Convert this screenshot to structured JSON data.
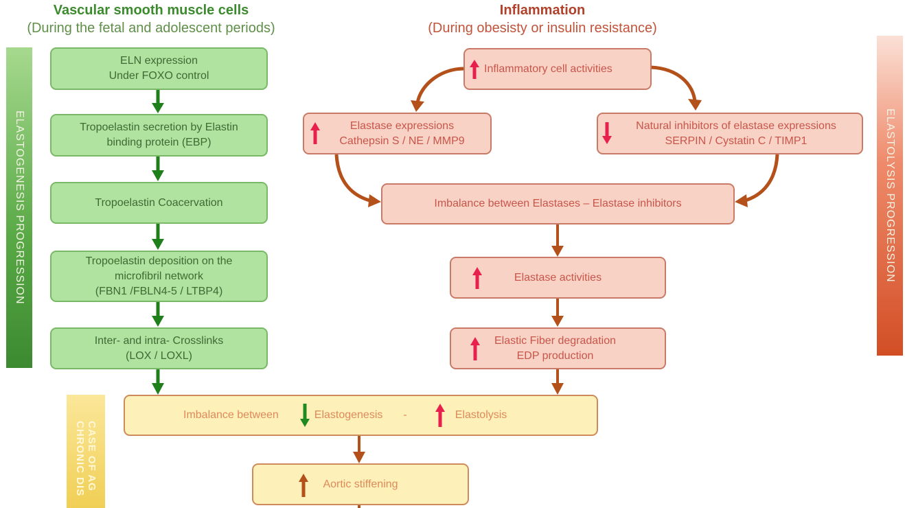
{
  "titles": {
    "left": {
      "heading": "Vascular smooth muscle cells",
      "subheading": "(During the fetal and adolescent periods)"
    },
    "right": {
      "heading": "Inflammation",
      "subheading": "(During obesisty or insulin resistance)"
    }
  },
  "side_bars": {
    "left": "ELASTOGENESIS  PROGRESSION",
    "right": "ELASTOLYSIS  PROGRESSION",
    "bottom_left": "CASE OF AG\nCHRONIC DIS"
  },
  "elastogenesis_steps": [
    {
      "text": "ELN expression\nUnder FOXO  control"
    },
    {
      "text": "Tropoelastin  secretion by Elastin\nbinding protein (EBP)"
    },
    {
      "text": "Tropoelastin  Coacervation"
    },
    {
      "text": "Tropoelastin  deposition on the\nmicrofibril  network\n(FBN1 /FBLN4-5  / LTBP4)"
    },
    {
      "text": "Inter-  and intra- Crosslinks\n(LOX  / LOXL)"
    }
  ],
  "inflammation_nodes": {
    "inflammatory": {
      "text": "Inflammatory  cell activities",
      "indicator": "up"
    },
    "elastase_expr": {
      "text": "Elastase expressions\nCathepsin  S / NE / MMP9",
      "indicator": "up"
    },
    "inhibitors": {
      "text": "Natural inhibitors  of elastase expressions\nSERPIN  / Cystatin C / TIMP1",
      "indicator": "down"
    },
    "imbalance_elastases": {
      "text": "Imbalance  between Elastases – Elastase inhibitors"
    },
    "elastase_act": {
      "text": "Elastase activities",
      "indicator": "up"
    },
    "fiber_degradation": {
      "text": "Elastic Fiber  degradation\nEDP production",
      "indicator": "up"
    }
  },
  "outcome": {
    "imbalance": {
      "prefix": "Imbalance  between",
      "left": "Elastogenesis",
      "separator": "-",
      "right": "Elastolysis",
      "left_indicator": "down",
      "right_indicator": "up"
    },
    "stiffening": {
      "text": "Aortic stiffening",
      "indicator": "up"
    }
  },
  "colors": {
    "green_arrow": "#1f7f1a",
    "brown_arrow": "#b4501a",
    "red_indicator": "#e8204e",
    "brown_indicator": "#b4501a"
  }
}
